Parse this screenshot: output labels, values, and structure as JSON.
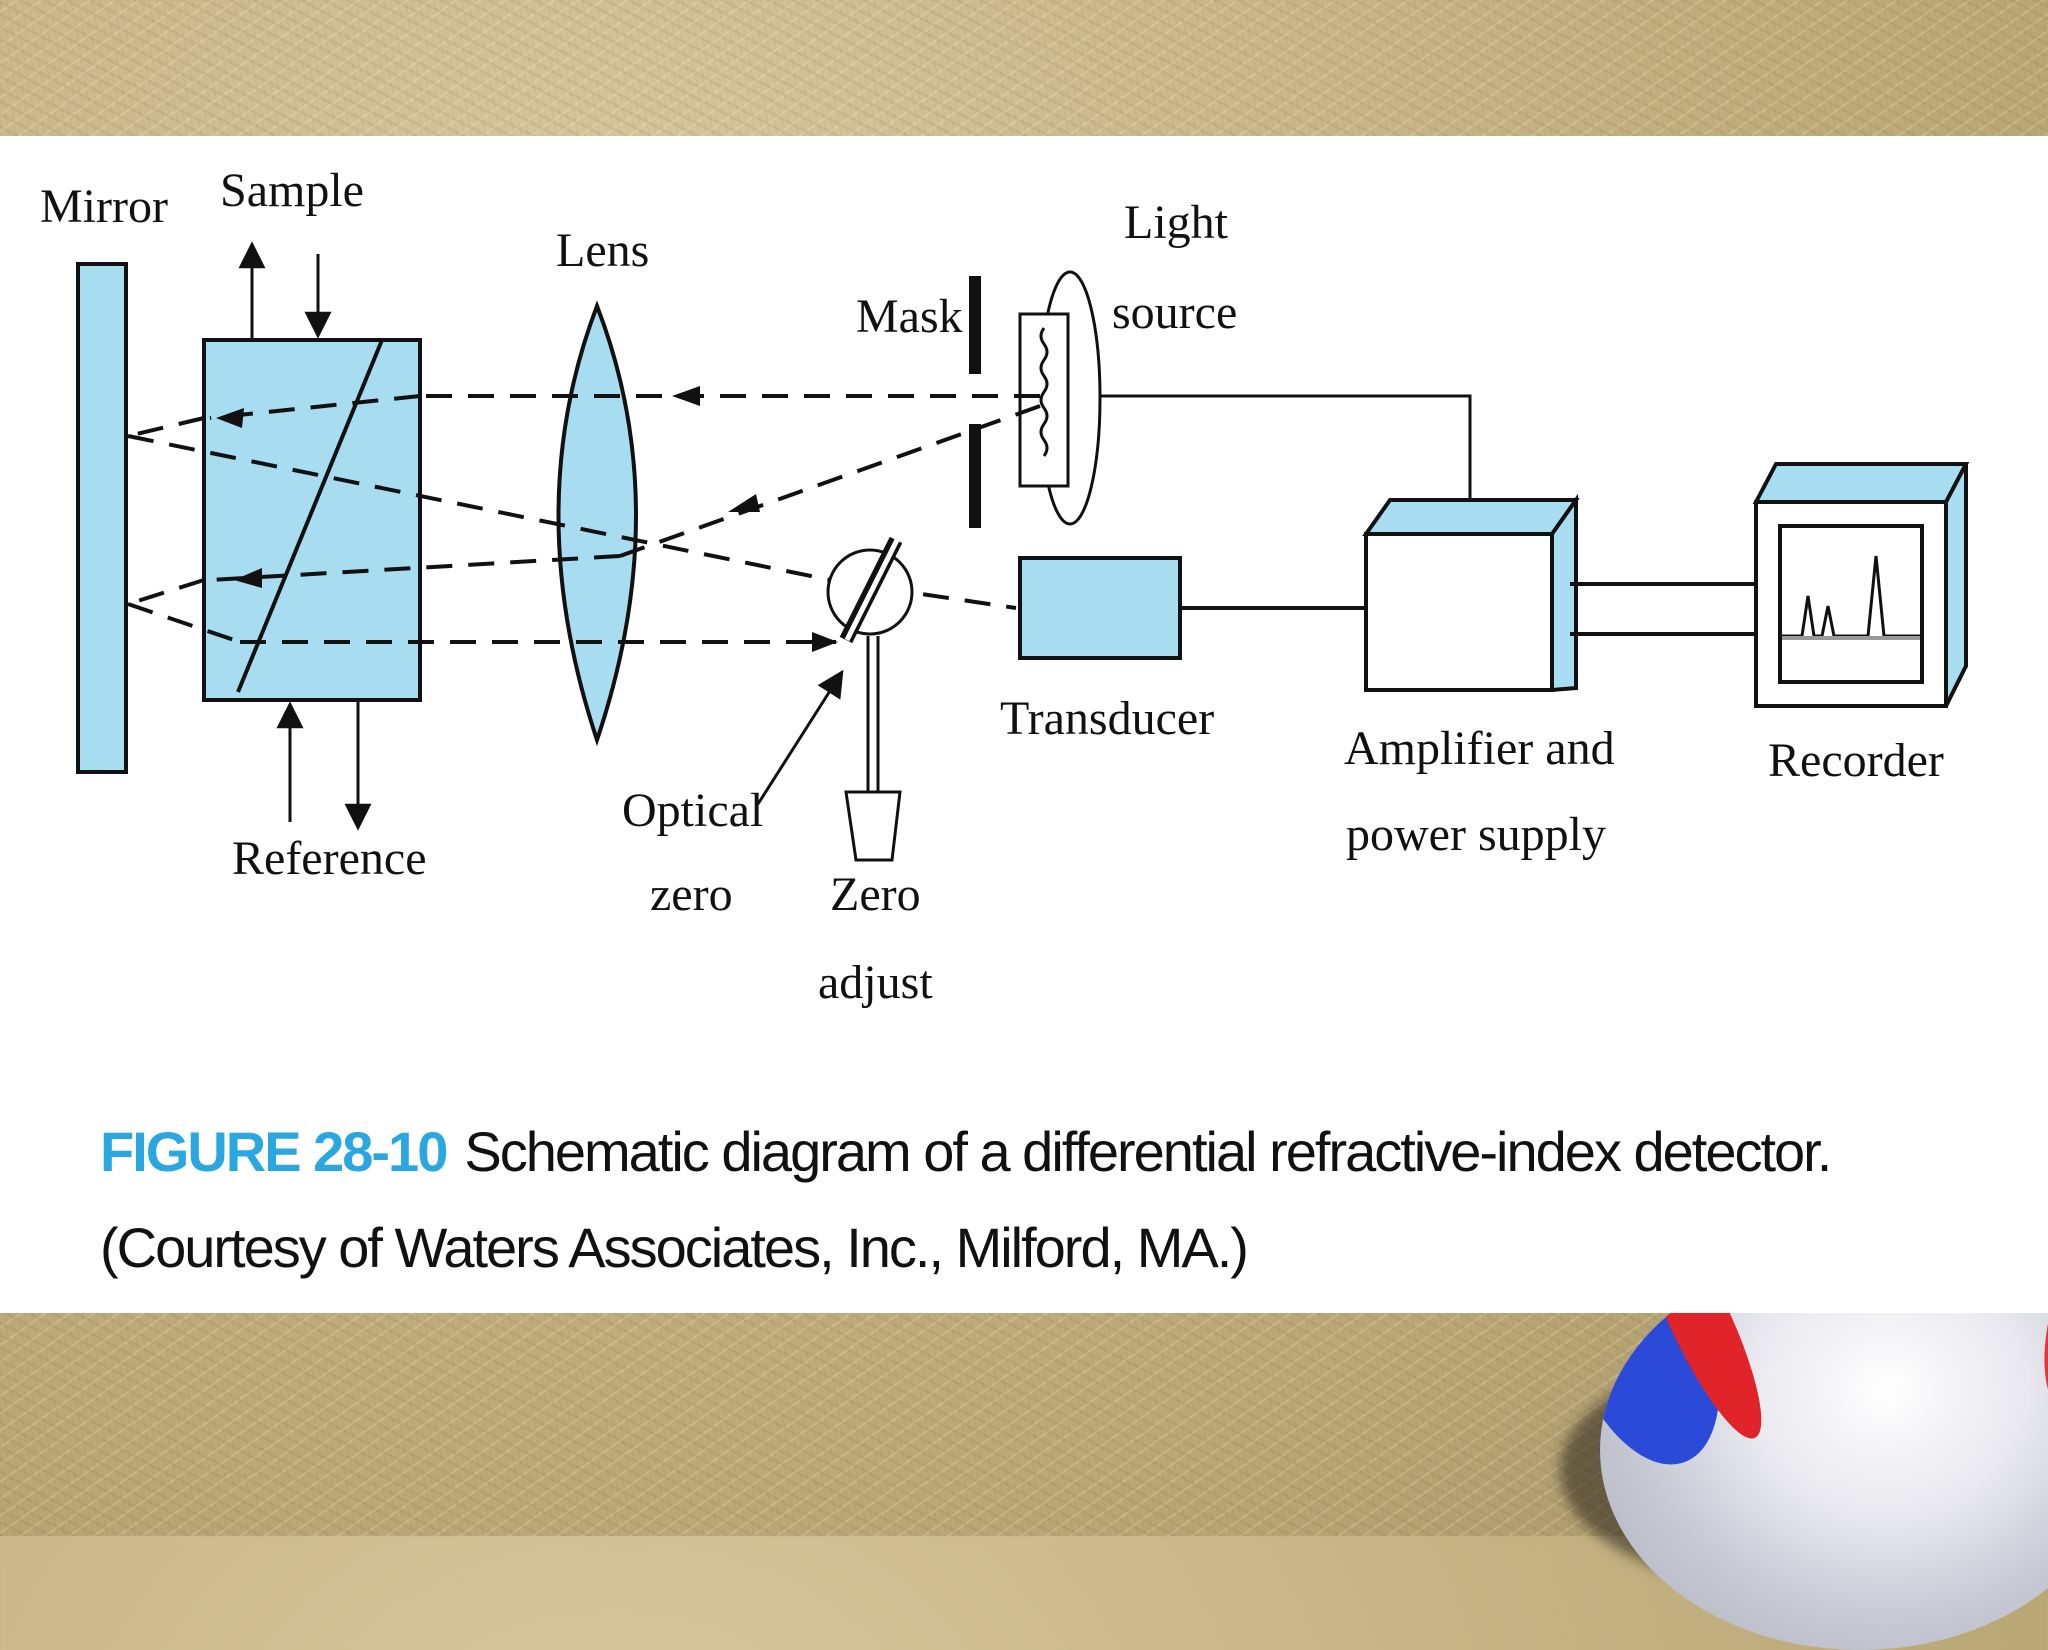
{
  "diagram": {
    "labels": {
      "mirror": "Mirror",
      "sample": "Sample",
      "lens": "Lens",
      "light": "Light",
      "source": "source",
      "mask": "Mask",
      "transducer": "Transducer",
      "amplifier_line1": "Amplifier and",
      "amplifier_line2": "power supply",
      "recorder": "Recorder",
      "reference": "Reference",
      "optical": "Optical",
      "zero": "zero",
      "zero_cap": "Zero",
      "adjust": "adjust"
    }
  },
  "caption": {
    "figure_number": "FIGURE 28-10",
    "text": "Schematic diagram of a differential refractive-index detector. (Courtesy of Waters Associates, Inc., Milford, MA.)"
  },
  "colors": {
    "component_fill": "#a8dcf0",
    "caption_accent": "#2aa6e0"
  }
}
